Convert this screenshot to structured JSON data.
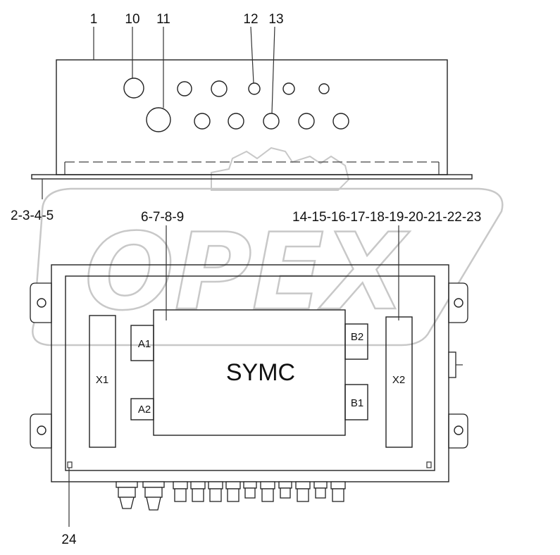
{
  "watermark": "OPEX",
  "labels": {
    "n1": "1",
    "n10": "10",
    "n11": "11",
    "n12": "12",
    "n13": "13",
    "n2_5": "2-3-4-5",
    "n6_9": "6-7-8-9",
    "n14_23": "14-15-16-17-18-19-20-21-22-23",
    "n24": "24"
  },
  "components": {
    "module": "SYMC",
    "x1": "X1",
    "x2": "X2",
    "a1": "A1",
    "a2": "A2",
    "b1": "B1",
    "b2": "B2"
  }
}
